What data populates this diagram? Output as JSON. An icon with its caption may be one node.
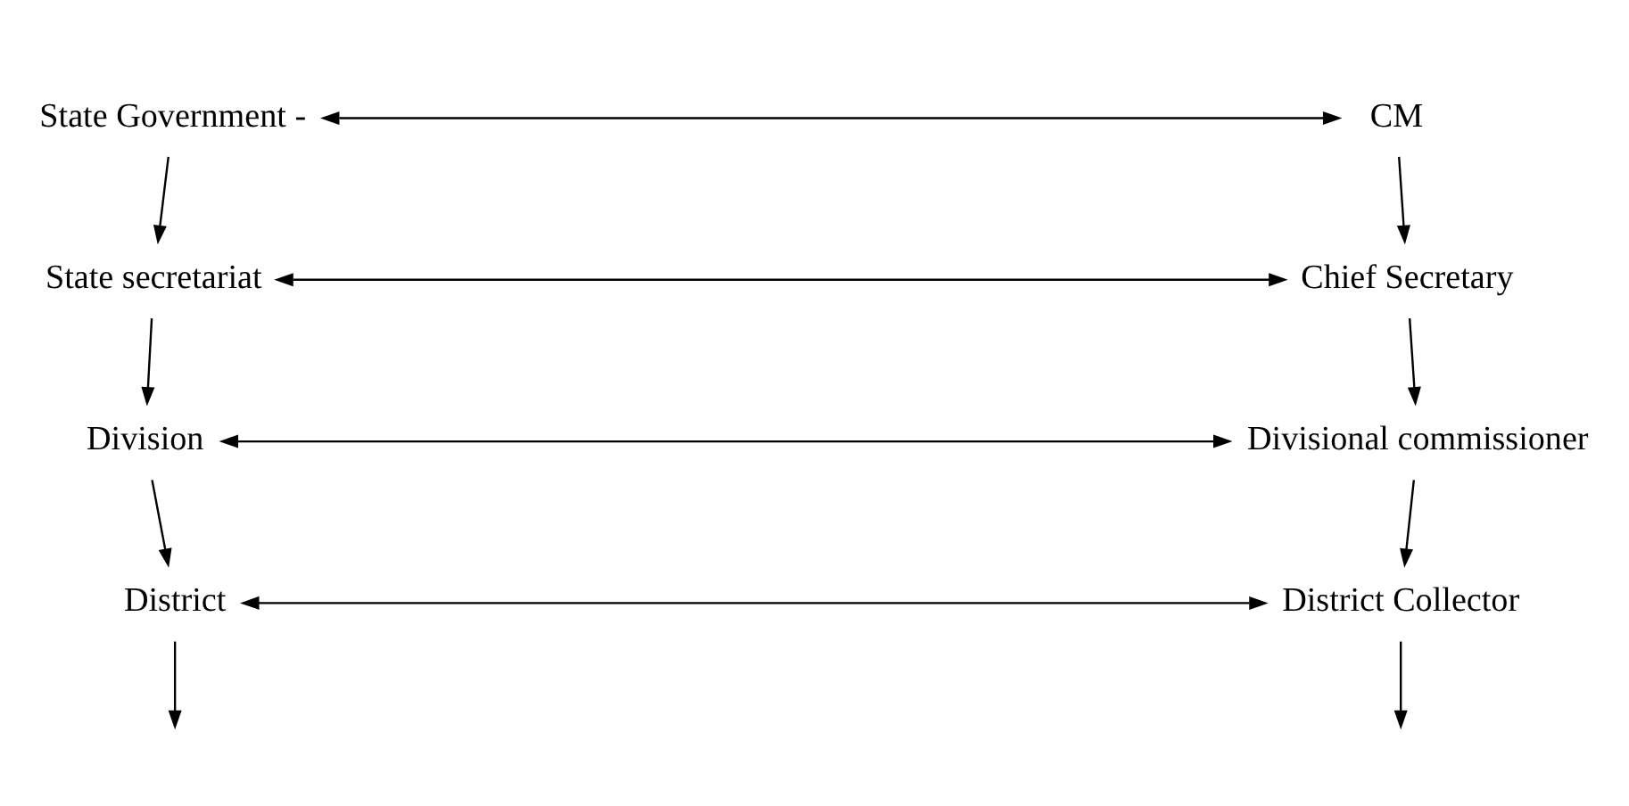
{
  "diagram": {
    "nodes": [
      {
        "text": [
          "State Government -"
        ]
      },
      {
        "text": [
          "State secretariat"
        ]
      },
      {
        "text": [
          "Division"
        ]
      },
      {
        "text": [
          "District"
        ]
      },
      {
        "text": [
          "CM"
        ]
      },
      {
        "text": [
          "Chief Secretary"
        ]
      },
      {
        "text": [
          "Divisional commissioner"
        ]
      },
      {
        "text": [
          "District Collector"
        ]
      }
    ],
    "edges": [
      {
        "from": 0,
        "to": 4,
        "arrow": "both"
      },
      {
        "from": 0,
        "to": 1,
        "arrow": "to"
      },
      {
        "from": 4,
        "to": 5,
        "arrow": "to"
      },
      {
        "from": 1,
        "to": 5,
        "arrow": "both"
      },
      {
        "from": 1,
        "to": 2,
        "arrow": "to"
      },
      {
        "from": 5,
        "to": 6,
        "arrow": "to"
      },
      {
        "from": 2,
        "to": 6,
        "arrow": "both"
      },
      {
        "from": 2,
        "to": 3,
        "arrow": "to"
      },
      {
        "from": 6,
        "to": 7,
        "arrow": "to"
      },
      {
        "from": 3,
        "to": 7,
        "arrow": "both"
      },
      {
        "from": 3,
        "to": null,
        "arrow": "to"
      },
      {
        "from": 7,
        "to": null,
        "arrow": "to"
      }
    ]
  }
}
